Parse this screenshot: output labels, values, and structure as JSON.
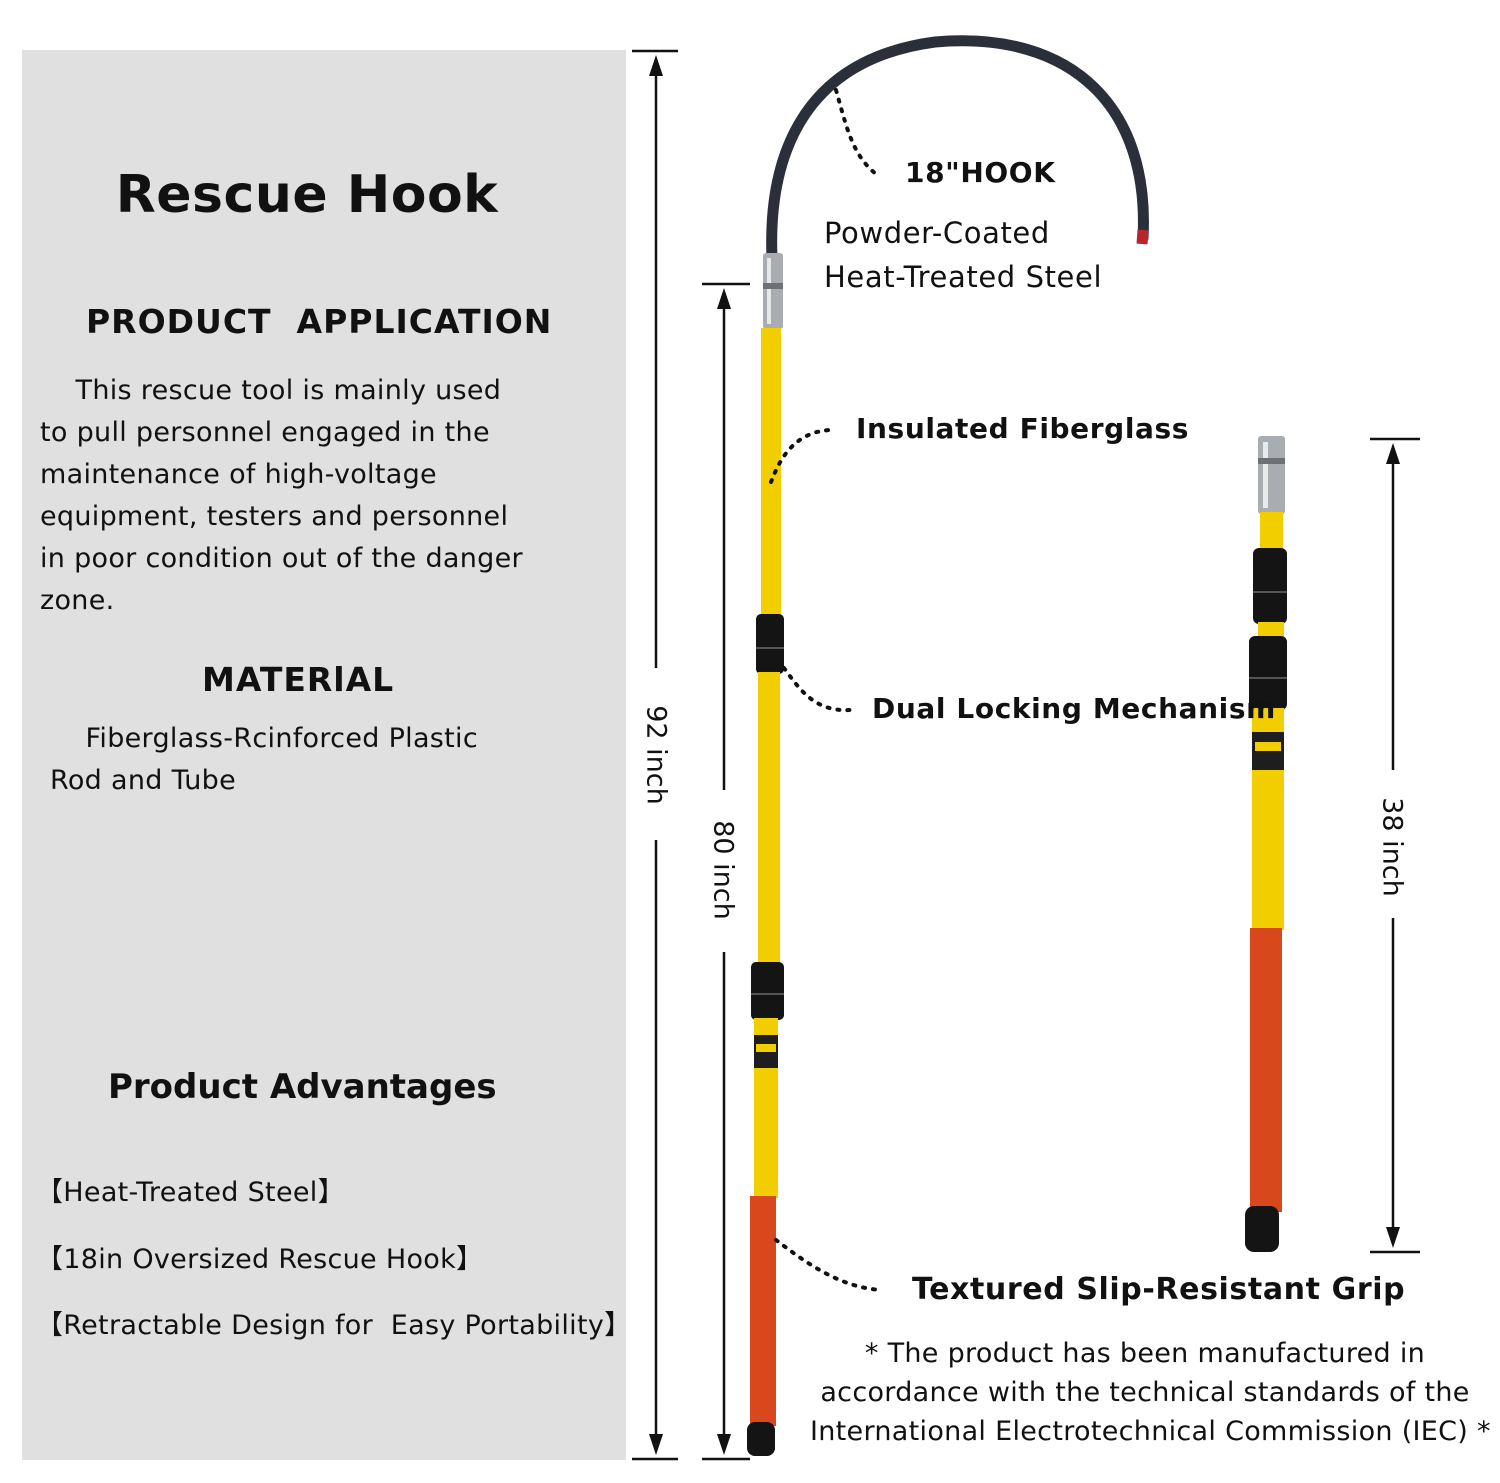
{
  "panel": {
    "title": "Rescue Hook",
    "application_heading": "PRODUCT  APPLICATION",
    "application_text": "    This rescue tool is mainly used\nto pull personnel engaged in the\nmaintenance of high-voltage\nequipment, testers and personnel\nin poor condition out of the danger\nzone.",
    "material_heading": "MATERlAL",
    "material_text": "    Fiberglass-Rcinforced Plastic\nRod and Tube",
    "advantages_heading": "Product Advantages",
    "advantages": [
      "【Heat-Treated Steel】",
      "【18in Oversized Rescue Hook】",
      "【Retractable Design for  Easy Portability】"
    ]
  },
  "labels": {
    "hook": "18\"HOOK",
    "hook_material": "Powder-Coated\nHeat-Treated Steel",
    "fiberglass": "Insulated Fiberglass",
    "locking": "Dual Locking Mechanism",
    "grip": "Textured Slip-Resistant Grip"
  },
  "dimensions": {
    "total": "92 inch",
    "pole": "80 inch",
    "retracted": "38 inch"
  },
  "note": "* The product has been manufactured in\naccordance with the technical standards of the\nInternational Electrotechnical Commission (IEC) *",
  "colors": {
    "panel_bg": "#e0e0e0",
    "pole_yellow": "#f2cd00",
    "grip_red": "#d9481c",
    "hook_dark": "#2a2f3a",
    "lock_black": "#141414"
  }
}
